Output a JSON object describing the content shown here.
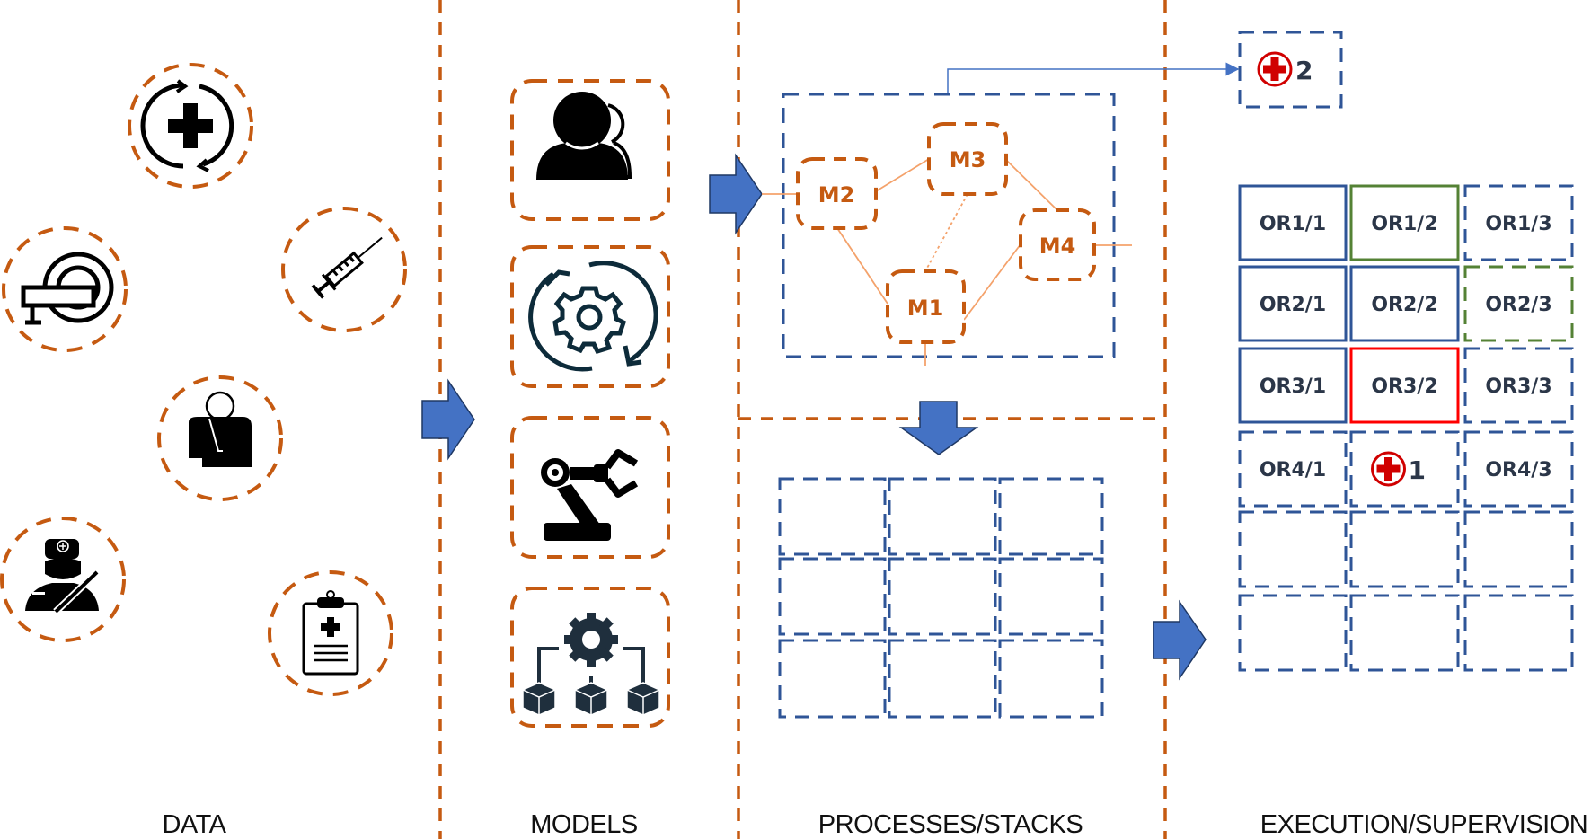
{
  "colors": {
    "orange": "#c55a11",
    "blue": "#2f5597",
    "arrow_fill": "#4472c4",
    "green": "#548235",
    "red": "#ff0000",
    "emergency_red": "#d00000",
    "text_dark": "#2b3648"
  },
  "sections": [
    {
      "id": "data",
      "label": "DATA"
    },
    {
      "id": "models",
      "label": "MODELS"
    },
    {
      "id": "processes",
      "label": "PROCESSES/STACKS"
    },
    {
      "id": "execution",
      "label": "EXECUTION/SUPERVISION"
    }
  ],
  "data_sources": [
    {
      "icon": "medical-cycle-icon"
    },
    {
      "icon": "mri-scanner-icon"
    },
    {
      "icon": "syringe-icon"
    },
    {
      "icon": "injured-patient-icon"
    },
    {
      "icon": "surgeon-icon"
    },
    {
      "icon": "medical-clipboard-icon"
    }
  ],
  "models": [
    {
      "icon": "users-icon"
    },
    {
      "icon": "gear-cycle-icon"
    },
    {
      "icon": "robot-arm-icon"
    },
    {
      "icon": "gear-hierarchy-icon"
    }
  ],
  "process_graph": {
    "nodes": [
      "M1",
      "M2",
      "M3",
      "M4"
    ],
    "edges": [
      {
        "from": "M2",
        "to": "M3",
        "style": "solid"
      },
      {
        "from": "M2",
        "to": "M1",
        "style": "solid"
      },
      {
        "from": "M3",
        "to": "M4",
        "style": "solid"
      },
      {
        "from": "M1",
        "to": "M4",
        "style": "solid"
      },
      {
        "from": "M3",
        "to": "M1",
        "style": "dotted"
      }
    ]
  },
  "emergency_external": {
    "number": "2"
  },
  "or_grid": {
    "rows": [
      [
        {
          "label": "OR1/1",
          "state": "blue-solid"
        },
        {
          "label": "OR1/2",
          "state": "green-solid"
        },
        {
          "label": "OR1/3",
          "state": "blue-dashed"
        }
      ],
      [
        {
          "label": "OR2/1",
          "state": "blue-solid"
        },
        {
          "label": "OR2/2",
          "state": "blue-solid"
        },
        {
          "label": "OR2/3",
          "state": "green-dashed"
        }
      ],
      [
        {
          "label": "OR3/1",
          "state": "blue-solid"
        },
        {
          "label": "OR3/2",
          "state": "red-solid"
        },
        {
          "label": "OR3/3",
          "state": "blue-dashed"
        }
      ],
      [
        {
          "label": "OR4/1",
          "state": "blue-dashed"
        },
        {
          "label": "",
          "state": "blue-dashed",
          "emergency": "1"
        },
        {
          "label": "OR4/3",
          "state": "blue-dashed"
        }
      ],
      [
        {
          "label": "",
          "state": "blue-dashed"
        },
        {
          "label": "",
          "state": "blue-dashed"
        },
        {
          "label": "",
          "state": "blue-dashed"
        }
      ],
      [
        {
          "label": "",
          "state": "blue-dashed"
        },
        {
          "label": "",
          "state": "blue-dashed"
        },
        {
          "label": "",
          "state": "blue-dashed"
        }
      ]
    ]
  }
}
